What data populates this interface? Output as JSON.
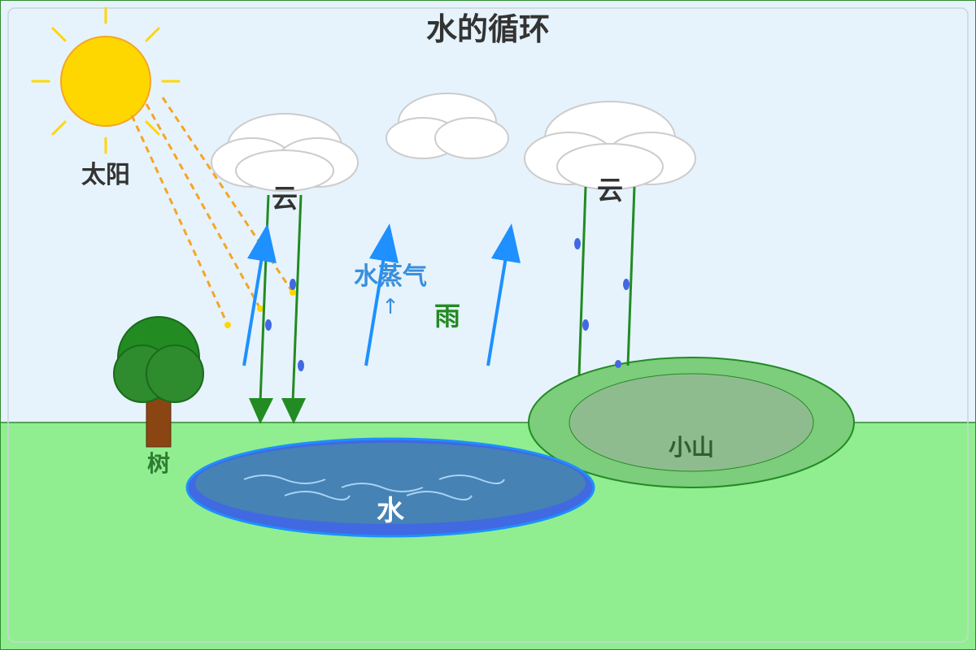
{
  "title": "水的循环",
  "labels": {
    "sun": "太阳",
    "cloud_left": "云",
    "cloud_right": "云",
    "vapor": "水蒸气",
    "vapor_arrow": "↑",
    "rain": "雨",
    "tree": "树",
    "water": "水",
    "hill": "小山"
  },
  "colors": {
    "sky": "#e6f3fc",
    "ground": "#90ee90",
    "sun": "#ffd700",
    "sun_ray": "#f5a623",
    "vapor_arrow": "#1e90ff",
    "rain_line": "#228b22",
    "rain_drop": "#4169e1",
    "water": "#4682b4",
    "water_edge": "#4169e1",
    "hill_outer": "#7ccd7c",
    "hill_inner": "#8fbc8f",
    "tree_leaves": "#228b22",
    "tree_trunk": "#8b4513",
    "cloud": "#ffffff"
  },
  "icons": [
    "sun-icon",
    "cloud-icon",
    "tree-icon",
    "lake-icon",
    "hill-icon",
    "raindrop-icon",
    "arrow-up-icon"
  ]
}
